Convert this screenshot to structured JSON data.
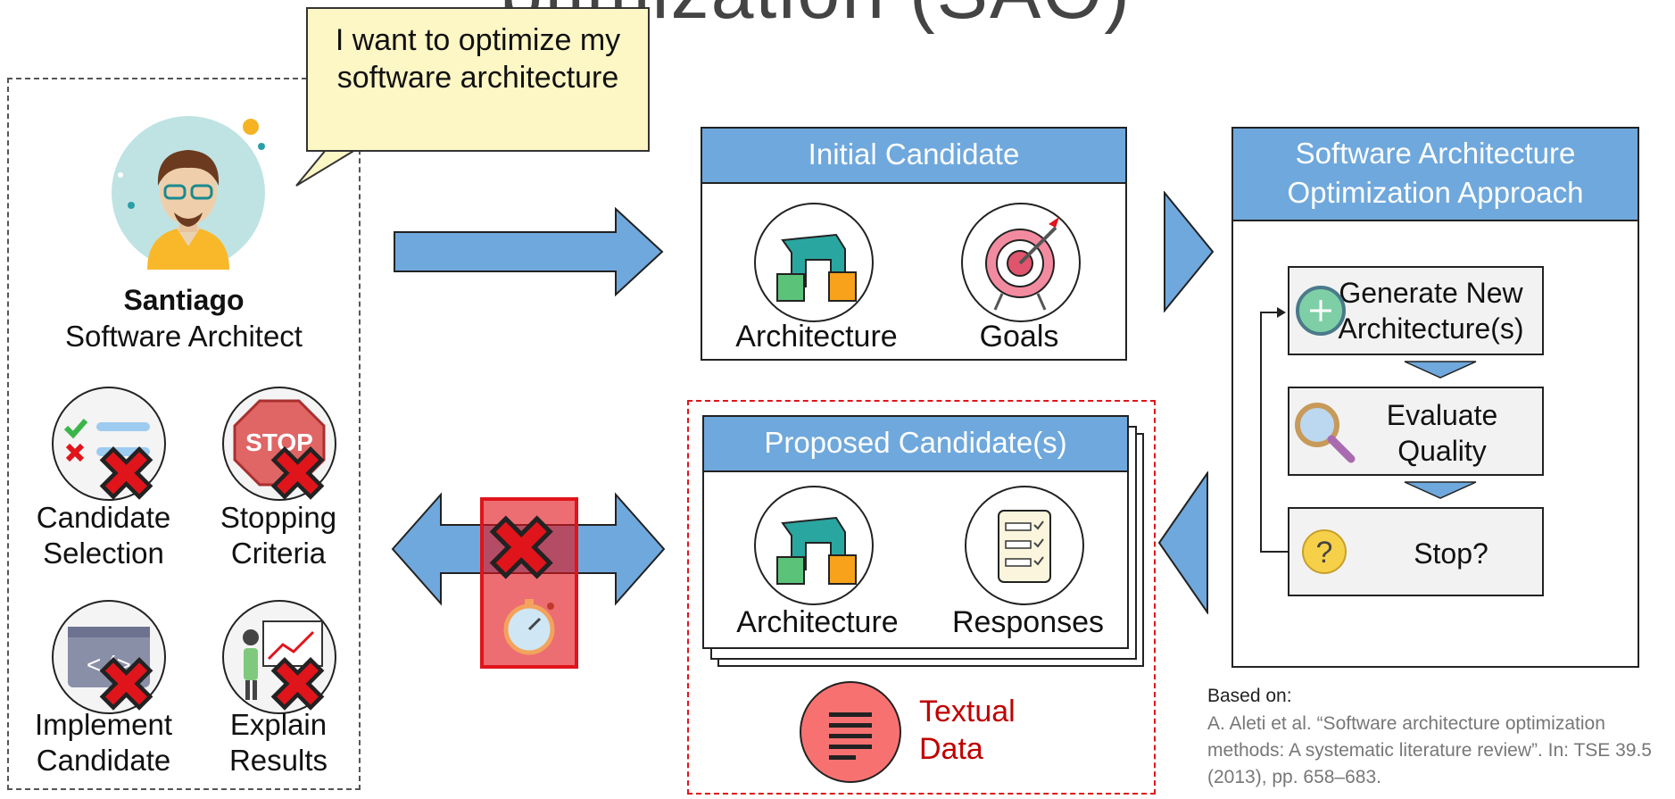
{
  "title_fragment": "ptimization (SAO)",
  "speech_bubble": "I want to optimize my software architecture",
  "persona": {
    "name": "Santiago",
    "role": "Software Architect",
    "tasks": [
      {
        "label": "Candidate Selection",
        "icon": "checklist-icon"
      },
      {
        "label": "Stopping Criteria",
        "icon": "stop-sign-icon"
      },
      {
        "label": "Implement Candidate",
        "icon": "code-window-icon"
      },
      {
        "label": "Explain Results",
        "icon": "presentation-icon"
      }
    ]
  },
  "initial_candidate": {
    "header": "Initial Candidate",
    "items": [
      {
        "label": "Architecture",
        "icon": "blocks-icon"
      },
      {
        "label": "Goals",
        "icon": "target-icon"
      }
    ]
  },
  "approach": {
    "header": "Software Architecture Optimization Approach",
    "steps": [
      {
        "label": "Generate New Architecture(s)",
        "icon": "plus-icon"
      },
      {
        "label": "Evaluate Quality",
        "icon": "magnifier-icon"
      },
      {
        "label": "Stop?",
        "icon": "question-icon"
      }
    ]
  },
  "proposed": {
    "header": "Proposed Candidate(s)",
    "items": [
      {
        "label": "Architecture",
        "icon": "blocks-icon"
      },
      {
        "label": "Responses",
        "icon": "form-icon"
      }
    ]
  },
  "textual_data": "Textual Data",
  "reference": {
    "label": "Based on:",
    "text": "A. Aleti et al. “Software architecture optimization methods: A systematic literature review”. In: TSE 39.5 (2013), pp. 658–683."
  },
  "colors": {
    "accent_blue": "#6fa8dc",
    "alert_red": "#e0141b",
    "bubble_yellow": "#fdf6c5",
    "text_red": "#c00000"
  }
}
